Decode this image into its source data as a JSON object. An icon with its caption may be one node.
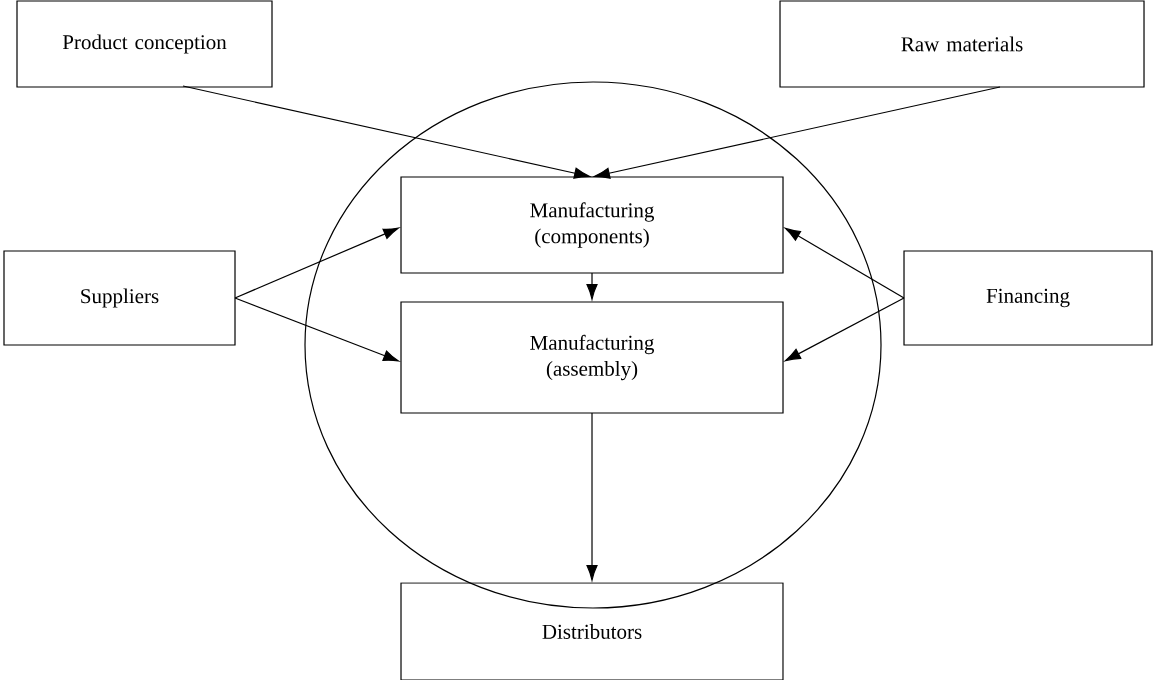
{
  "diagram": {
    "nodes": [
      {
        "text": [
          "Product conception"
        ]
      },
      {
        "text": [
          "Raw materials"
        ]
      },
      {
        "text": [],
        "shape": "ellipse"
      },
      {
        "text": [
          "Manufacturing (components)"
        ],
        "in": 2
      },
      {
        "text": [
          "Suppliers"
        ]
      },
      {
        "text": [
          "Financing"
        ]
      },
      {
        "text": [
          "Manufacturing (assembly)"
        ],
        "in": 2
      },
      {
        "text": [
          "Distributors"
        ]
      }
    ],
    "edges": [
      {
        "from": 0,
        "to": 3,
        "arrow": "to"
      },
      {
        "from": 1,
        "to": 3,
        "arrow": "to"
      },
      {
        "from": 4,
        "to": 3,
        "arrow": "to"
      },
      {
        "from": 4,
        "to": 6,
        "arrow": "to"
      },
      {
        "from": 5,
        "to": 3,
        "arrow": "to"
      },
      {
        "from": 5,
        "to": 6,
        "arrow": "to"
      },
      {
        "from": 3,
        "to": 6,
        "arrow": "to"
      },
      {
        "from": 6,
        "to": 7,
        "arrow": "to"
      }
    ]
  }
}
